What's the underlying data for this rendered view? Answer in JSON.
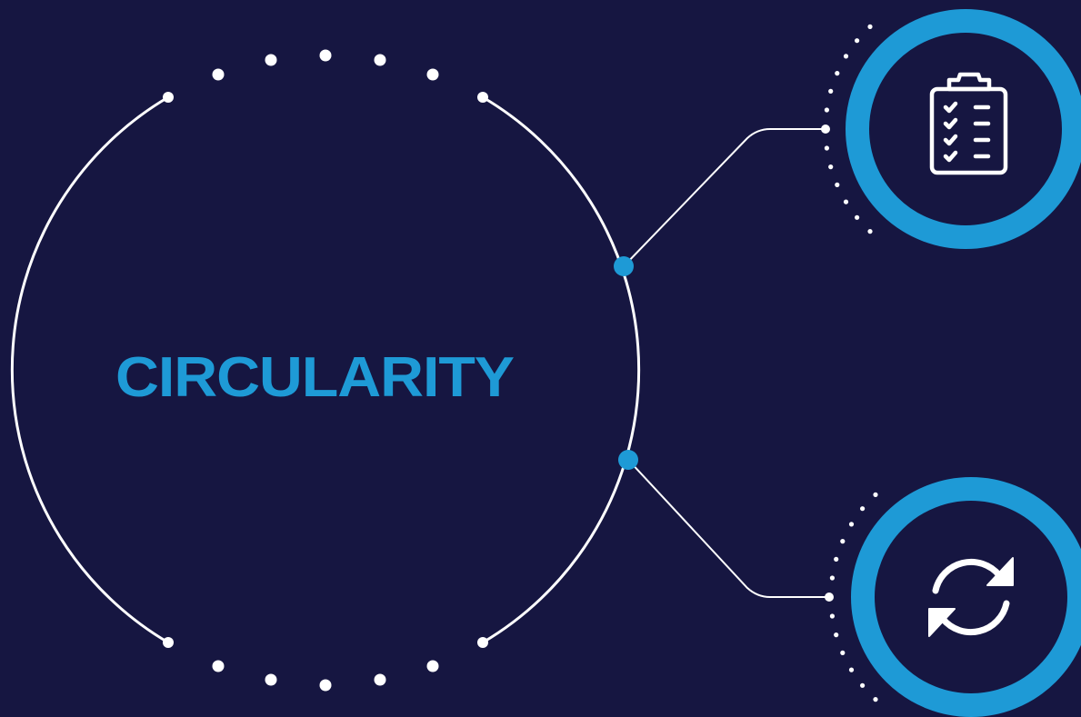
{
  "diagram": {
    "title": "CIRCULARITY",
    "nodes": [
      {
        "name": "checklist",
        "icon": "clipboard-checklist-icon"
      },
      {
        "name": "recycle",
        "icon": "refresh-arrows-icon"
      }
    ]
  },
  "colors": {
    "background": "#161641",
    "accent": "#1e9ad6",
    "line": "#ffffff",
    "title": "#1e9ad6"
  }
}
